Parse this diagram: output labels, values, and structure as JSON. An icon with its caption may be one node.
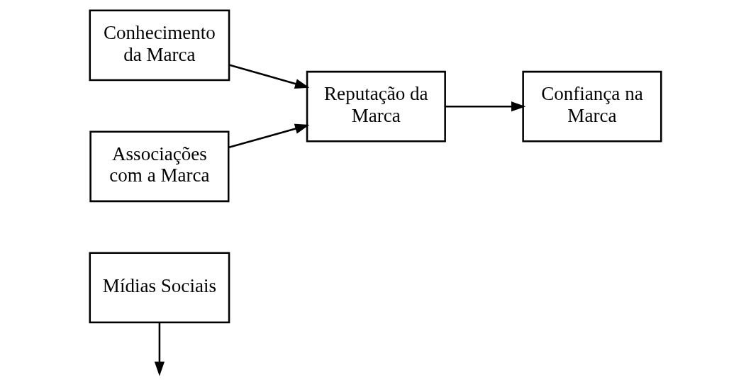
{
  "diagram": {
    "nodes": [
      {
        "text": [
          "Mídias Sociais"
        ]
      },
      {
        "text": [
          "Conhecimento da Marca"
        ]
      },
      {
        "text": [
          "Reputação da Marca"
        ]
      },
      {
        "text": [
          "Confiança na Marca"
        ]
      },
      {
        "text": [
          "Associações com a Marca"
        ]
      }
    ],
    "edges": [
      {
        "from": 1,
        "to": 2,
        "arrow": "to"
      },
      {
        "from": 4,
        "to": 2,
        "arrow": "to"
      },
      {
        "from": 2,
        "to": 3,
        "arrow": "to"
      },
      {
        "from": 0,
        "to": null,
        "arrow": "to"
      }
    ]
  }
}
